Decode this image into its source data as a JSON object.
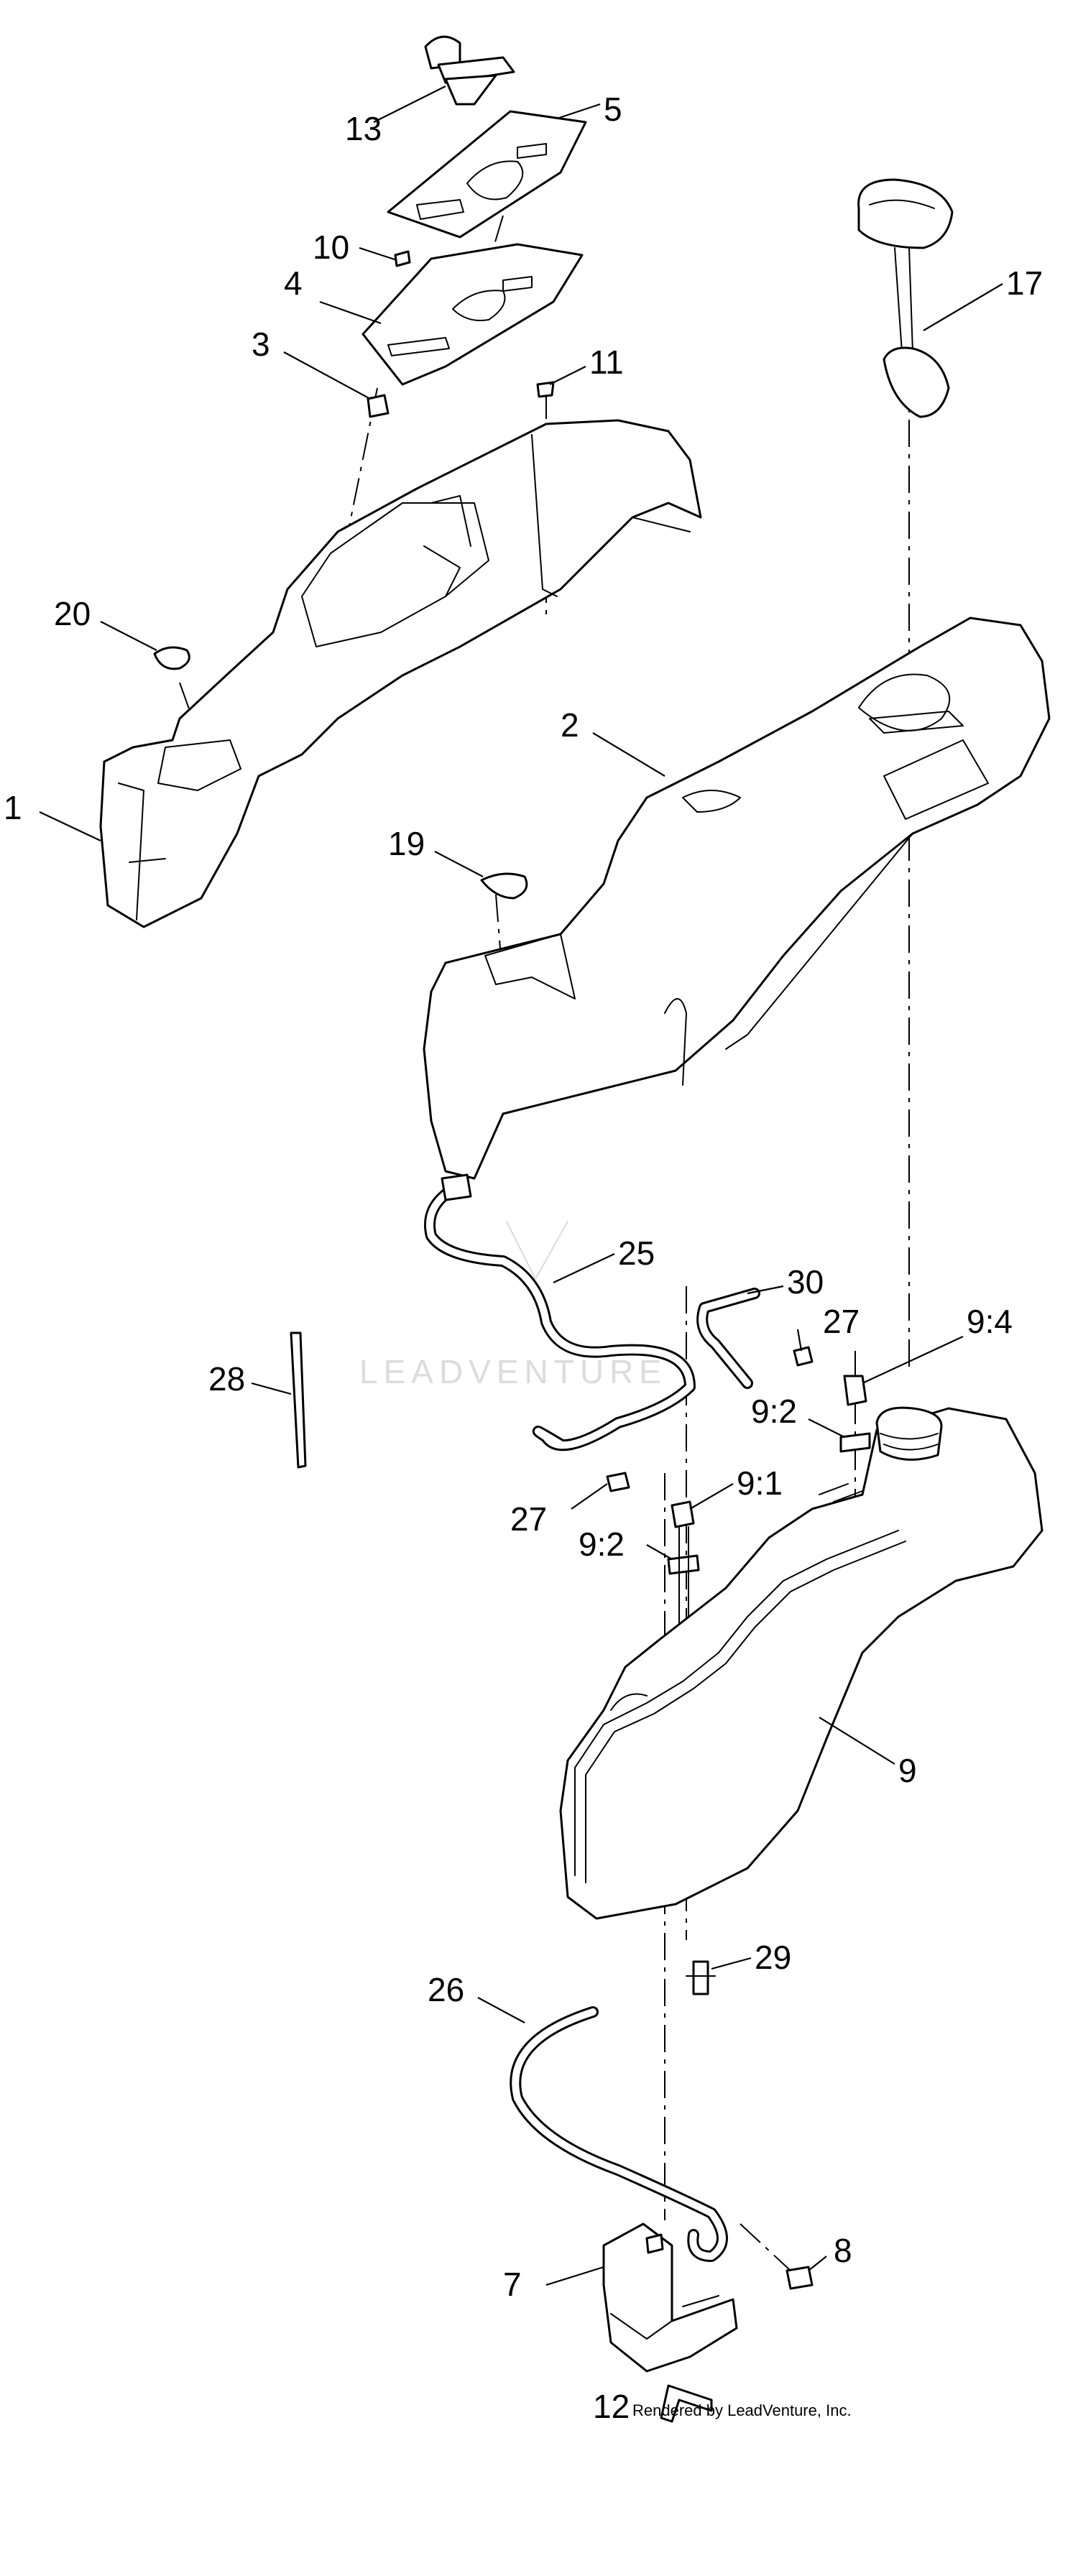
{
  "watermark": {
    "text": "LEADVENTURE"
  },
  "credit": {
    "text": "Rendered by LeadVenture, Inc."
  },
  "callouts": {
    "c1": "1",
    "c2": "2",
    "c3": "3",
    "c4": "4",
    "c5": "5",
    "c7": "7",
    "c8": "8",
    "c9": "9",
    "c9_1": "9:1",
    "c9_2a": "9:2",
    "c9_2b": "9:2",
    "c9_4": "9:4",
    "c10": "10",
    "c11": "11",
    "c12": "12",
    "c13": "13",
    "c17": "17",
    "c19": "19",
    "c20": "20",
    "c25": "25",
    "c26": "26",
    "c27a": "27",
    "c27b": "27",
    "c28": "28",
    "c29": "29",
    "c30": "30"
  }
}
